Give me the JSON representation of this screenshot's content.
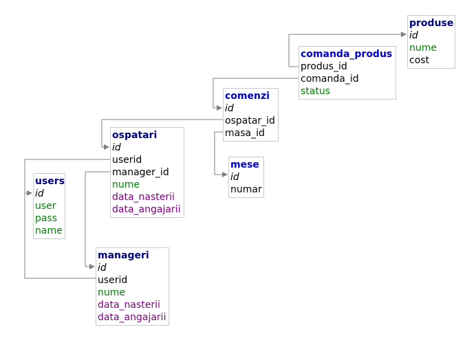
{
  "colors": {
    "title_dark": "#000080",
    "title_blue": "#0000cc",
    "field_green": "#008000",
    "field_purple": "#800080",
    "connector": "#808080",
    "border": "#c8c8c8"
  },
  "entities": {
    "produse": {
      "title": "produse",
      "fields": [
        "id",
        "nume",
        "cost"
      ]
    },
    "comanda_produs": {
      "title": "comanda_produs",
      "fields": [
        "produs_id",
        "comanda_id",
        "status"
      ]
    },
    "comenzi": {
      "title": "comenzi",
      "fields": [
        "id",
        "ospatar_id",
        "masa_id"
      ]
    },
    "mese": {
      "title": "mese",
      "fields": [
        "id",
        "numar"
      ]
    },
    "ospatari": {
      "title": "ospatari",
      "fields": [
        "id",
        "userid",
        "manager_id",
        "nume",
        "data_nasterii",
        "data_angajarii"
      ]
    },
    "users": {
      "title": "users",
      "fields": [
        "id",
        "user",
        "pass",
        "name"
      ]
    },
    "manageri": {
      "title": "manageri",
      "fields": [
        "id",
        "userid",
        "nume",
        "data_nasterii",
        "data_angajarii"
      ]
    }
  }
}
